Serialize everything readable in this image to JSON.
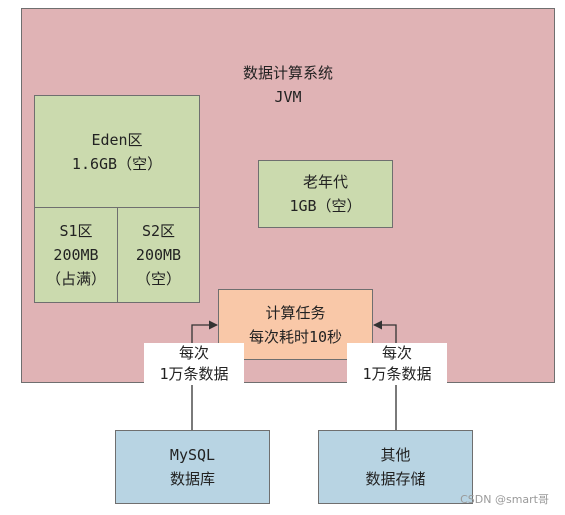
{
  "jvm": {
    "title_line1": "数据计算系统",
    "title_line2": "JVM"
  },
  "eden": {
    "line1": "Eden区",
    "line2": "1.6GB（空）"
  },
  "s1": {
    "line1": "S1区",
    "line2": "200MB",
    "line3": "（占满）"
  },
  "s2": {
    "line1": "S2区",
    "line2": "200MB",
    "line3": "（空）"
  },
  "old_gen": {
    "line1": "老年代",
    "line2": "1GB（空）"
  },
  "task": {
    "line1": "计算任务",
    "line2": "每次耗时10秒"
  },
  "flow_left": {
    "line1": "每次",
    "line2": "1万条数据"
  },
  "flow_right": {
    "line1": "每次",
    "line2": "1万条数据"
  },
  "mysql": {
    "line1": "MySQL",
    "line2": "数据库"
  },
  "other_storage": {
    "line1": "其他",
    "line2": "数据存储"
  },
  "watermark": "CSDN @smart哥",
  "colors": {
    "jvm_fill": "#e0b3b5",
    "memory_fill": "#cbdaae",
    "task_fill": "#f9c8a8",
    "storage_fill": "#b8d4e3",
    "border": "#6f6f6f"
  }
}
